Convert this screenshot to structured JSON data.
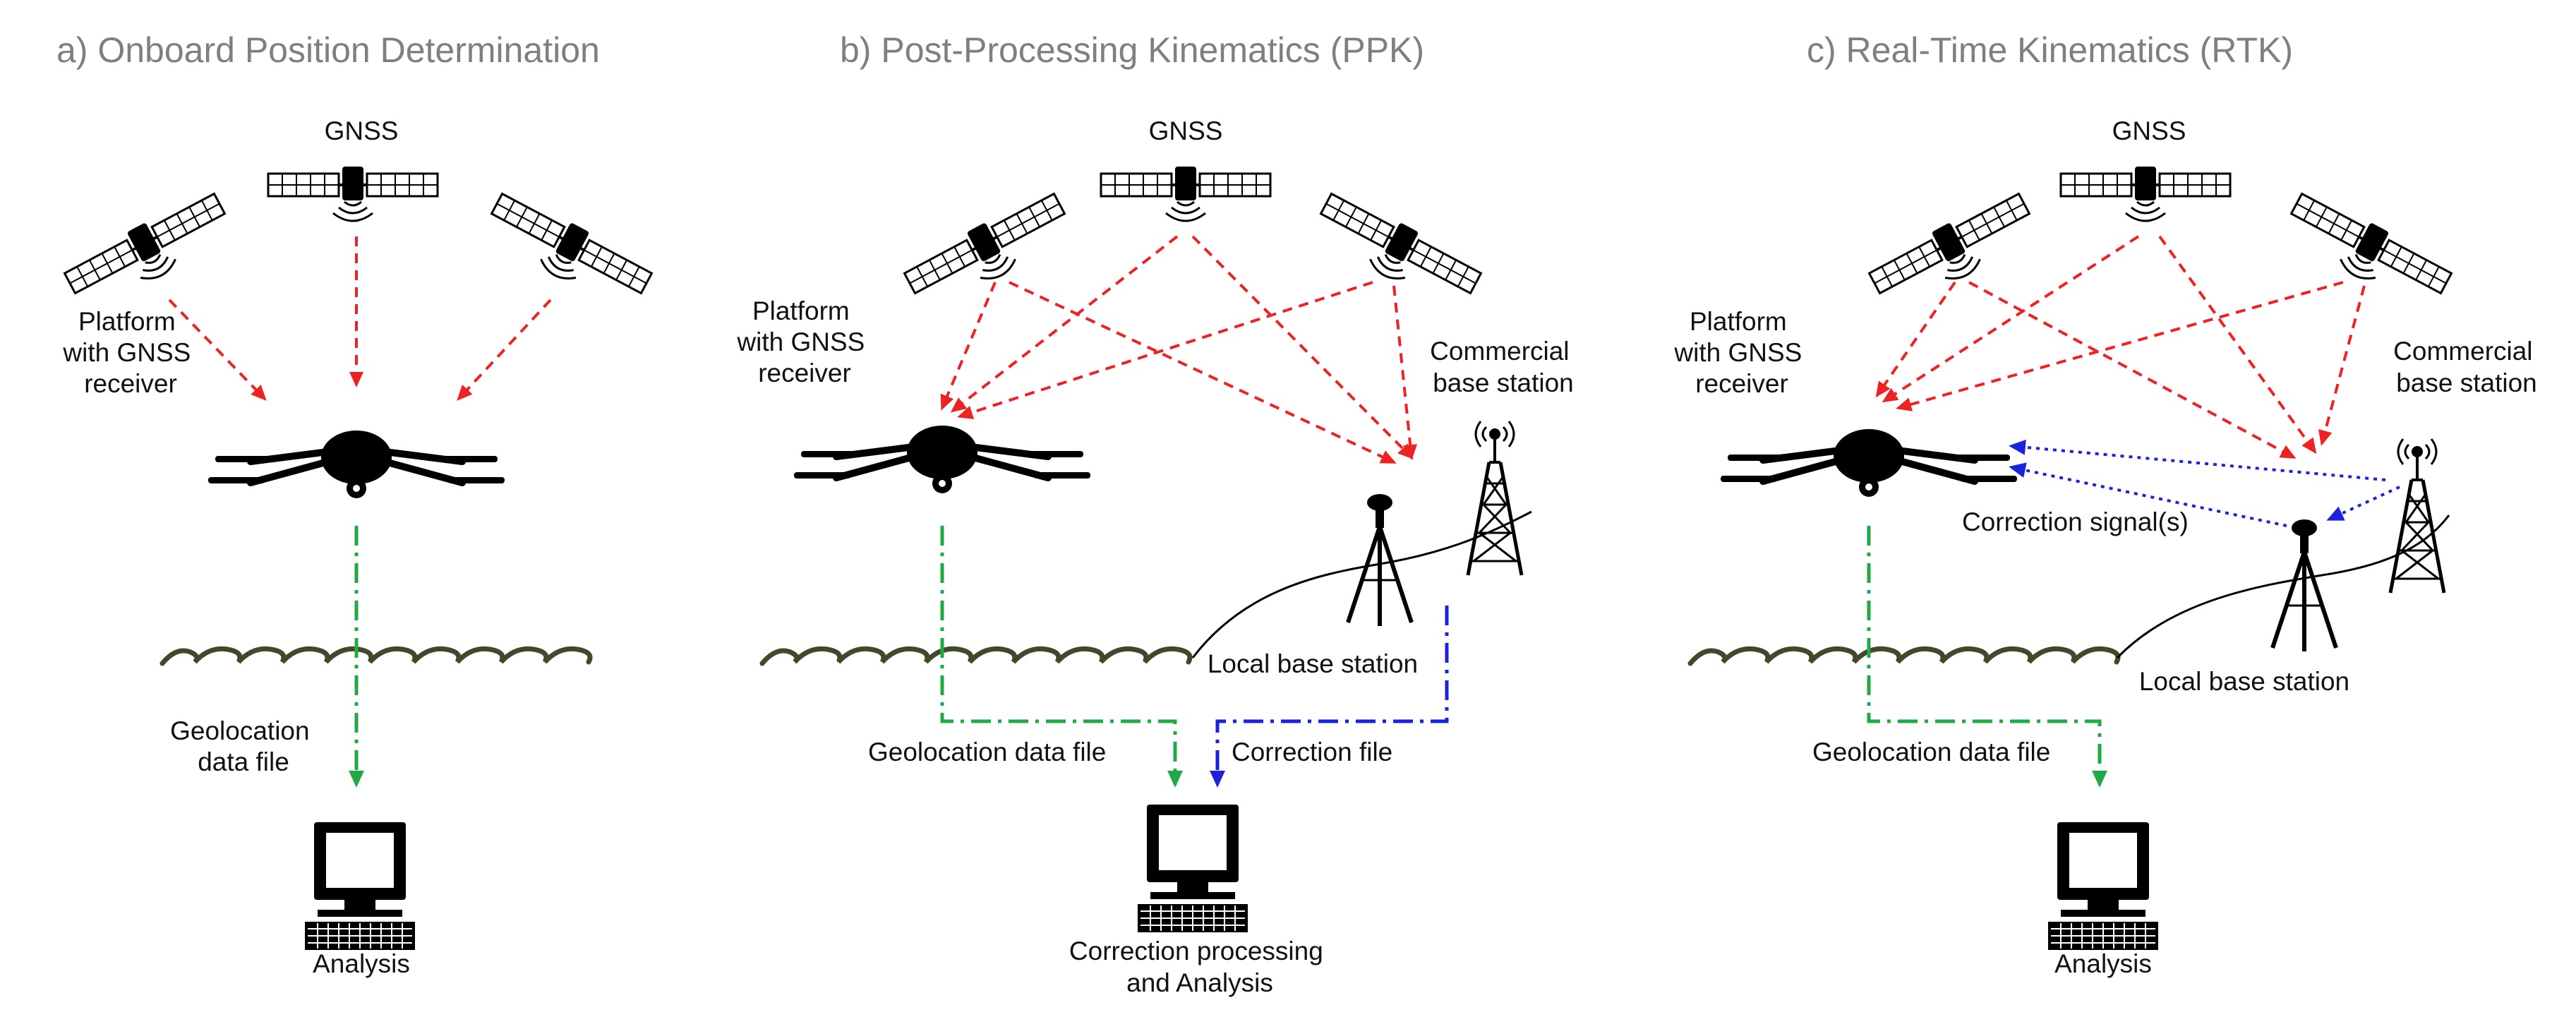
{
  "colors": {
    "satellite_signal": "#ee2222",
    "geolocation_flow": "#22a844",
    "correction_flow": "#1a22dd",
    "wave": "#3e4a2a",
    "line": "#000000",
    "title": "#7f7f7f"
  },
  "icons": [
    "satellite-icon",
    "drone-icon",
    "computer-icon",
    "base-station-tripod-icon",
    "antenna-tower-icon",
    "wave-icon"
  ],
  "panels": [
    {
      "title": "a) Onboard Position Determination",
      "gnss_label": "GNSS",
      "platform_label_lines": [
        "Platform",
        "with GNSS",
        "receiver"
      ],
      "data_file_label_lines": [
        "Geolocation",
        "data file"
      ],
      "computer_label_lines": [
        "Analysis"
      ]
    },
    {
      "title": "b) Post-Processing Kinematics (PPK)",
      "gnss_label": "GNSS",
      "platform_label_lines": [
        "Platform",
        "with GNSS",
        "receiver"
      ],
      "commercial_base_label_lines": [
        "Commercial",
        "base station"
      ],
      "local_base_label": "Local base station",
      "data_file_label_lines": [
        "Geolocation data file"
      ],
      "correction_file_label": "Correction file",
      "computer_label_lines": [
        "Correction processing",
        "and Analysis"
      ]
    },
    {
      "title": "c) Real-Time Kinematics (RTK)",
      "gnss_label": "GNSS",
      "platform_label_lines": [
        "Platform",
        "with GNSS",
        "receiver"
      ],
      "commercial_base_label_lines": [
        "Commercial",
        "base station"
      ],
      "correction_signal_label": "Correction signal(s)",
      "local_base_label": "Local base station",
      "data_file_label_lines": [
        "Geolocation data file"
      ],
      "computer_label_lines": [
        "Analysis"
      ]
    }
  ]
}
